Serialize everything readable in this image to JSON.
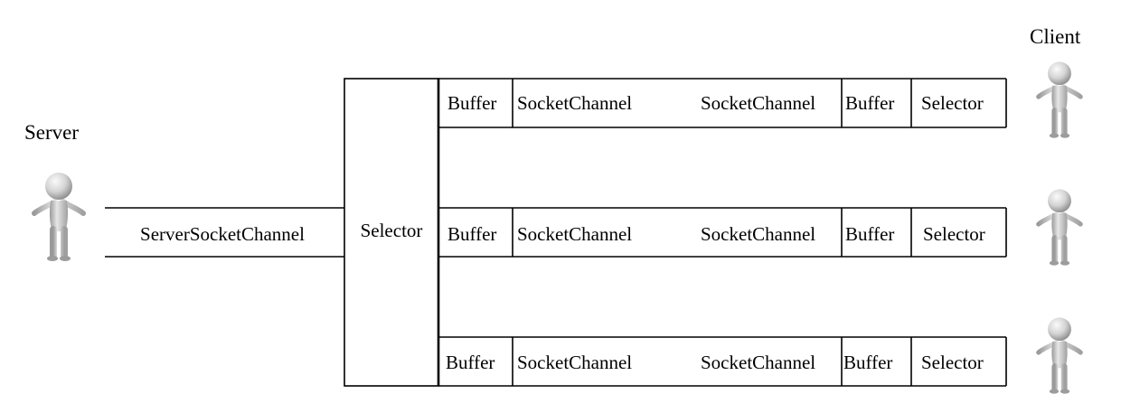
{
  "server": {
    "label": "Server"
  },
  "client": {
    "label": "Client"
  },
  "server_channel": {
    "label": "ServerSocketChannel"
  },
  "server_selector": {
    "label": "Selector"
  },
  "rows": [
    {
      "server_buffer": "Buffer",
      "server_channel": "SocketChannel",
      "client_channel": "SocketChannel",
      "client_buffer": "Buffer",
      "client_selector": "Selector"
    },
    {
      "server_buffer": "Buffer",
      "server_channel": "SocketChannel",
      "client_channel": "SocketChannel",
      "client_buffer": "Buffer",
      "client_selector": "Selector"
    },
    {
      "server_buffer": "Buffer",
      "server_channel": "SocketChannel",
      "client_channel": "SocketChannel",
      "client_buffer": "Buffer",
      "client_selector": "Selector"
    }
  ],
  "colors": {
    "line": "#000000",
    "figure": "#c8c8c8",
    "background": "#ffffff"
  },
  "icons": {
    "person": "person-icon"
  }
}
